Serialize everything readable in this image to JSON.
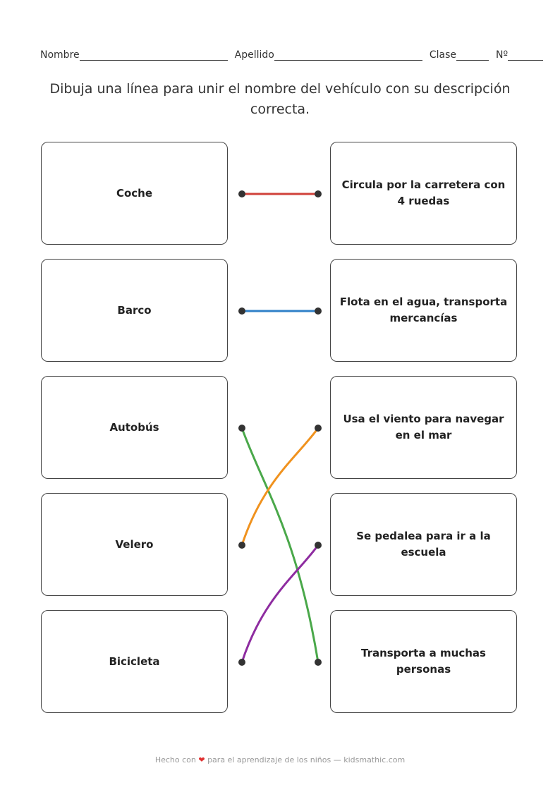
{
  "header": {
    "name_label": "Nombre",
    "surname_label": "Apellido",
    "class_label": "Clase",
    "number_label": "Nº"
  },
  "instruction": "Dibuja una línea para unir el nombre del vehículo con su descripción correcta.",
  "left_items": [
    "Coche",
    "Barco",
    "Autobús",
    "Velero",
    "Bicicleta"
  ],
  "right_items": [
    "Circula por la carretera con 4 ruedas",
    "Flota en el agua, transporta mercancías",
    "Usa el viento para navegar en el mar",
    "Se pedalea para ir a la escuela",
    "Transporta a muchas personas"
  ],
  "matches": [
    {
      "from": 0,
      "to": 0,
      "color": "#d0413a"
    },
    {
      "from": 1,
      "to": 1,
      "color": "#2f80c8"
    },
    {
      "from": 2,
      "to": 4,
      "color": "#4aa84a"
    },
    {
      "from": 3,
      "to": 2,
      "color": "#f0921e"
    },
    {
      "from": 4,
      "to": 3,
      "color": "#8e2ca0"
    }
  ],
  "footer": {
    "before": "Hecho con",
    "heart_icon": "heart-icon",
    "after": "para el aprendizaje de los niños — kidsmathic.com"
  }
}
